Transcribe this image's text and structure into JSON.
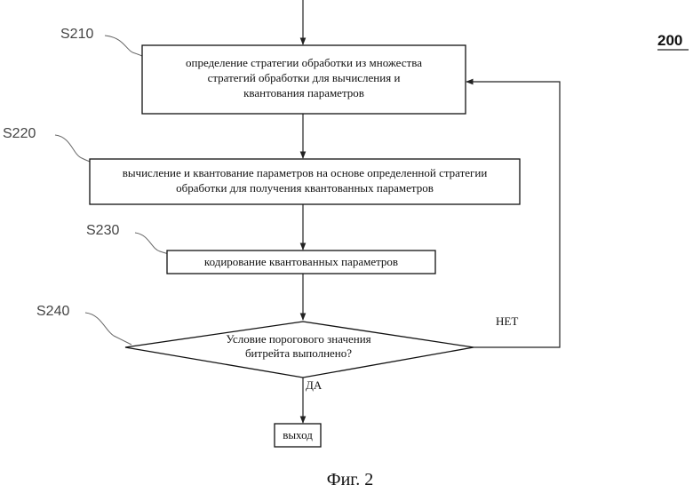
{
  "figure_number": "200",
  "caption": "Фиг. 2",
  "steps": [
    {
      "id": "S210",
      "lines": [
        "определение стратегии обработки из множества",
        "стратегий обработки для вычисления и",
        "квантования параметров"
      ]
    },
    {
      "id": "S220",
      "lines": [
        "вычисление и квантование параметров на основе определенной стратегии",
        "обработки для получения квантованных параметров"
      ]
    },
    {
      "id": "S230",
      "lines": [
        "кодирование квантованных параметров"
      ]
    },
    {
      "id": "S240",
      "lines": [
        "Условие порогового значения",
        "битрейта выполнено?"
      ]
    }
  ],
  "branches": {
    "no": "НЕТ",
    "yes": "ДА"
  },
  "end_box": {
    "label": "выход"
  }
}
